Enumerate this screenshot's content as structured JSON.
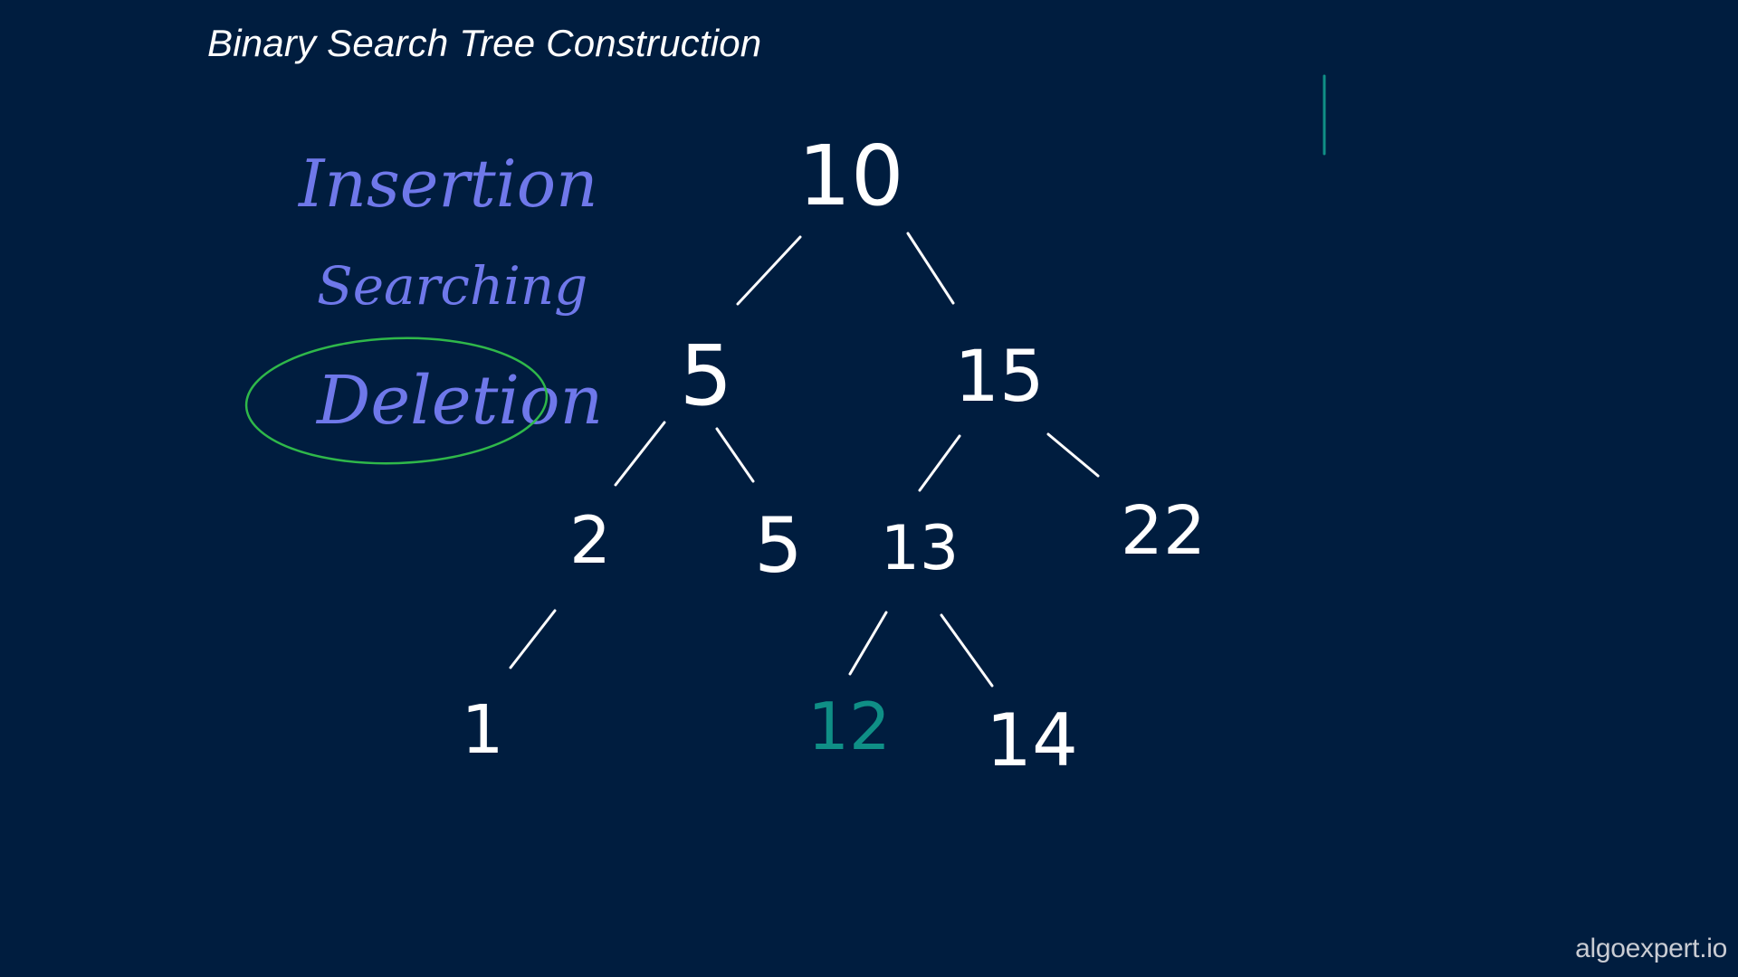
{
  "title": "Binary Search Tree Construction",
  "watermark": "algoexpert.io",
  "topics": [
    {
      "label": "Insertion",
      "highlighted": false
    },
    {
      "label": "Searching",
      "highlighted": false
    },
    {
      "label": "Deletion",
      "highlighted": true
    }
  ],
  "tree": {
    "nodes": [
      {
        "id": "n10",
        "value": "10"
      },
      {
        "id": "n5",
        "value": "5"
      },
      {
        "id": "n15",
        "value": "15"
      },
      {
        "id": "n2",
        "value": "2"
      },
      {
        "id": "n5b",
        "value": "5"
      },
      {
        "id": "n13",
        "value": "13"
      },
      {
        "id": "n22",
        "value": "22"
      },
      {
        "id": "n1",
        "value": "1"
      },
      {
        "id": "n12",
        "value": "12"
      },
      {
        "id": "n14",
        "value": "14"
      }
    ],
    "edges": [
      {
        "from": "n10",
        "to": "n5"
      },
      {
        "from": "n10",
        "to": "n15"
      },
      {
        "from": "n5",
        "to": "n2"
      },
      {
        "from": "n5",
        "to": "n5b"
      },
      {
        "from": "n15",
        "to": "n13"
      },
      {
        "from": "n15",
        "to": "n22"
      },
      {
        "from": "n2",
        "to": "n1"
      },
      {
        "from": "n13",
        "to": "n12"
      },
      {
        "from": "n13",
        "to": "n14"
      }
    ],
    "highlighted_node": "n12"
  },
  "colors": {
    "background": "#001d3f",
    "ink": "#ffffff",
    "topics": "#6f78ea",
    "circle": "#2fb84a",
    "highlight": "#0f8f86",
    "cursor": "#0f8f86"
  }
}
